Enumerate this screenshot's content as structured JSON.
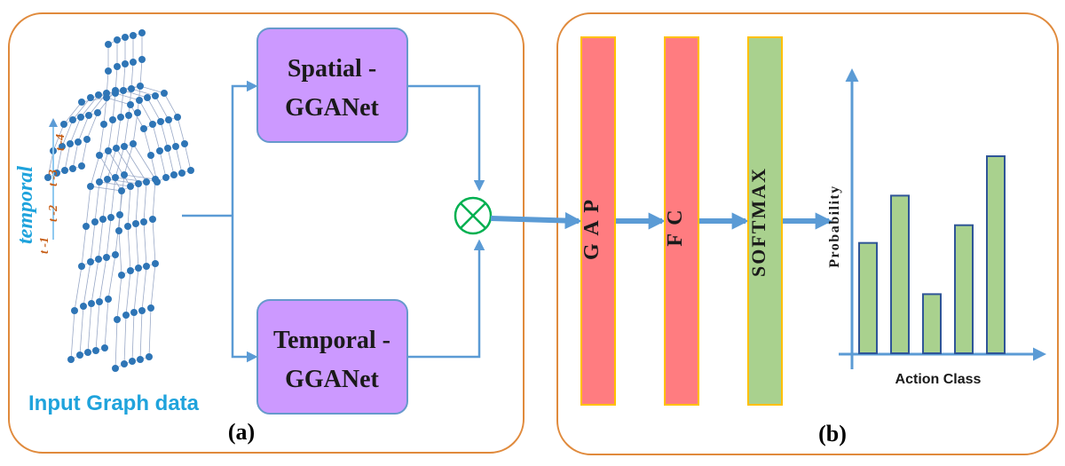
{
  "panel_a": {
    "label": "(a)",
    "input_caption": "Input Graph data",
    "temporal_label": "temporal",
    "time_steps": [
      "t -1",
      "t -2",
      "t -3",
      "t -4"
    ],
    "spatial_box": {
      "line1": "Spatial -",
      "line2": "GGANet"
    },
    "temporal_box": {
      "line1": "Temporal -",
      "line2": "GGANet"
    }
  },
  "panel_b": {
    "label": "(b)",
    "layers": [
      "G A P",
      "F C",
      "SOFTMAX"
    ],
    "y_axis_label": "Probability",
    "x_axis_label": "Action Class",
    "bar_values": [
      0.56,
      0.8,
      0.3,
      0.65,
      1.0
    ]
  },
  "colors": {
    "panel_border": "#e08a3c",
    "box_fill": "#cc99ff",
    "box_border": "#6699cc",
    "arrow": "#5b9bd5",
    "gap_fc_fill": "#ff7c80",
    "softmax_fill": "#a9d18e",
    "layer_border": "#ffc000",
    "bar_fill": "#a9d18e",
    "bar_border": "#2f5597",
    "node": "#2e75b6",
    "edge": "#9aa9c7",
    "caption": "#1fa3dc",
    "time_steps": "#c55a11",
    "multiply": "#00b050"
  }
}
